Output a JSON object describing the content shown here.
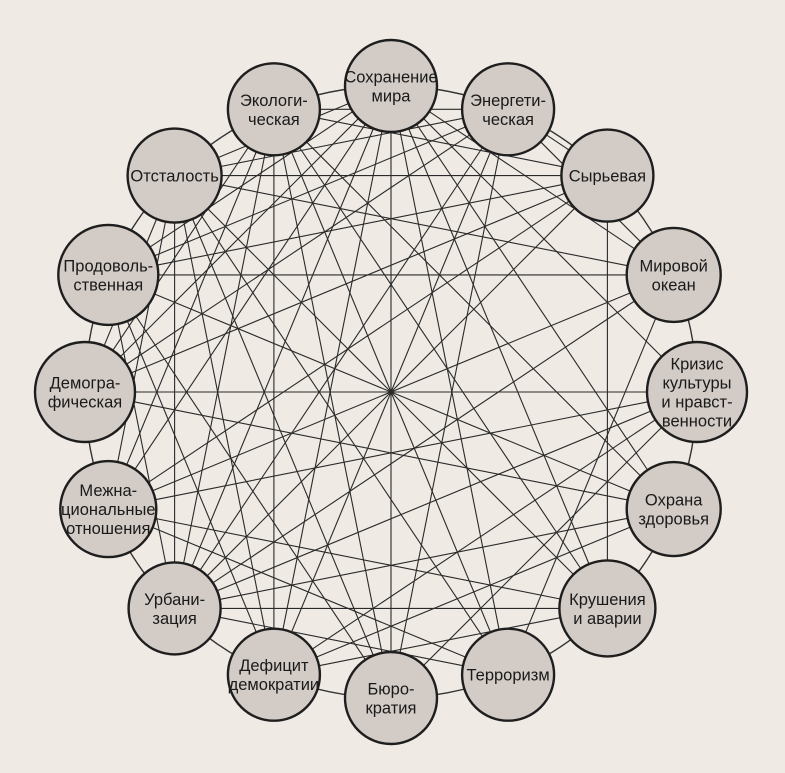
{
  "colors": {
    "background": "#efeae4",
    "node_fill": "#d2cbc6",
    "node_stroke": "#1e1e1e",
    "edge": "#2a2a2a"
  },
  "nodes": [
    {
      "id": "peace",
      "lines": [
        "Сохранение",
        "мира"
      ]
    },
    {
      "id": "energy",
      "lines": [
        "Энергети-",
        "ческая"
      ]
    },
    {
      "id": "raw",
      "lines": [
        "Сырьевая"
      ]
    },
    {
      "id": "ocean",
      "lines": [
        "Мировой",
        "океан"
      ]
    },
    {
      "id": "culture",
      "lines": [
        "Кризис",
        "культуры",
        "и нравст-",
        "венности"
      ]
    },
    {
      "id": "health",
      "lines": [
        "Охрана",
        "здоровья"
      ]
    },
    {
      "id": "accidents",
      "lines": [
        "Крушения",
        "и аварии"
      ]
    },
    {
      "id": "terror",
      "lines": [
        "Терроризм"
      ]
    },
    {
      "id": "bureau",
      "lines": [
        "Бюро-",
        "кратия"
      ]
    },
    {
      "id": "democracy",
      "lines": [
        "Дефицит",
        "демократии"
      ]
    },
    {
      "id": "urban",
      "lines": [
        "Урбани-",
        "зация"
      ]
    },
    {
      "id": "ethnic",
      "lines": [
        "Межна-",
        "циональные",
        "отношения"
      ]
    },
    {
      "id": "demog",
      "lines": [
        "Демогра-",
        "фическая"
      ]
    },
    {
      "id": "food",
      "lines": [
        "Продоволь-",
        "ственная"
      ]
    },
    {
      "id": "backward",
      "lines": [
        "Отсталость"
      ]
    },
    {
      "id": "ecology",
      "lines": [
        "Экологи-",
        "ческая"
      ]
    }
  ],
  "edges": [
    [
      "peace",
      "terror"
    ],
    [
      "peace",
      "bureau"
    ],
    [
      "peace",
      "democracy"
    ],
    [
      "peace",
      "urban"
    ],
    [
      "peace",
      "ethnic"
    ],
    [
      "peace",
      "demog"
    ],
    [
      "peace",
      "food"
    ],
    [
      "peace",
      "backward"
    ],
    [
      "peace",
      "health"
    ],
    [
      "peace",
      "accidents"
    ],
    [
      "peace",
      "culture"
    ],
    [
      "peace",
      "ocean"
    ],
    [
      "energy",
      "backward"
    ],
    [
      "energy",
      "food"
    ],
    [
      "energy",
      "demog"
    ],
    [
      "energy",
      "urban"
    ],
    [
      "energy",
      "democracy"
    ],
    [
      "energy",
      "bureau"
    ],
    [
      "energy",
      "ocean"
    ],
    [
      "energy",
      "raw"
    ],
    [
      "energy",
      "ecology"
    ],
    [
      "raw",
      "backward"
    ],
    [
      "raw",
      "food"
    ],
    [
      "raw",
      "demog"
    ],
    [
      "raw",
      "urban"
    ],
    [
      "raw",
      "accidents"
    ],
    [
      "raw",
      "ecology"
    ],
    [
      "raw",
      "ethnic"
    ],
    [
      "ocean",
      "food"
    ],
    [
      "ocean",
      "backward"
    ],
    [
      "ocean",
      "ethnic"
    ],
    [
      "ocean",
      "urban"
    ],
    [
      "ocean",
      "terror"
    ],
    [
      "culture",
      "demog"
    ],
    [
      "culture",
      "urban"
    ],
    [
      "culture",
      "democracy"
    ],
    [
      "culture",
      "bureau"
    ],
    [
      "culture",
      "ethnic"
    ],
    [
      "health",
      "demog"
    ],
    [
      "health",
      "urban"
    ],
    [
      "health",
      "democracy"
    ],
    [
      "health",
      "ecology"
    ],
    [
      "health",
      "food"
    ],
    [
      "accidents",
      "ethnic"
    ],
    [
      "accidents",
      "urban"
    ],
    [
      "accidents",
      "democracy"
    ],
    [
      "accidents",
      "ecology"
    ],
    [
      "accidents",
      "backward"
    ],
    [
      "terror",
      "ethnic"
    ],
    [
      "terror",
      "urban"
    ],
    [
      "terror",
      "ecology"
    ],
    [
      "terror",
      "backward"
    ],
    [
      "bureau",
      "backward"
    ],
    [
      "bureau",
      "ecology"
    ],
    [
      "bureau",
      "food"
    ],
    [
      "democracy",
      "backward"
    ],
    [
      "democracy",
      "ecology"
    ],
    [
      "democracy",
      "food"
    ],
    [
      "urban",
      "backward"
    ],
    [
      "urban",
      "ecology"
    ],
    [
      "urban",
      "food"
    ],
    [
      "ethnic",
      "backward"
    ],
    [
      "ethnic",
      "ecology"
    ],
    [
      "demog",
      "backward"
    ],
    [
      "demog",
      "ecology"
    ]
  ]
}
